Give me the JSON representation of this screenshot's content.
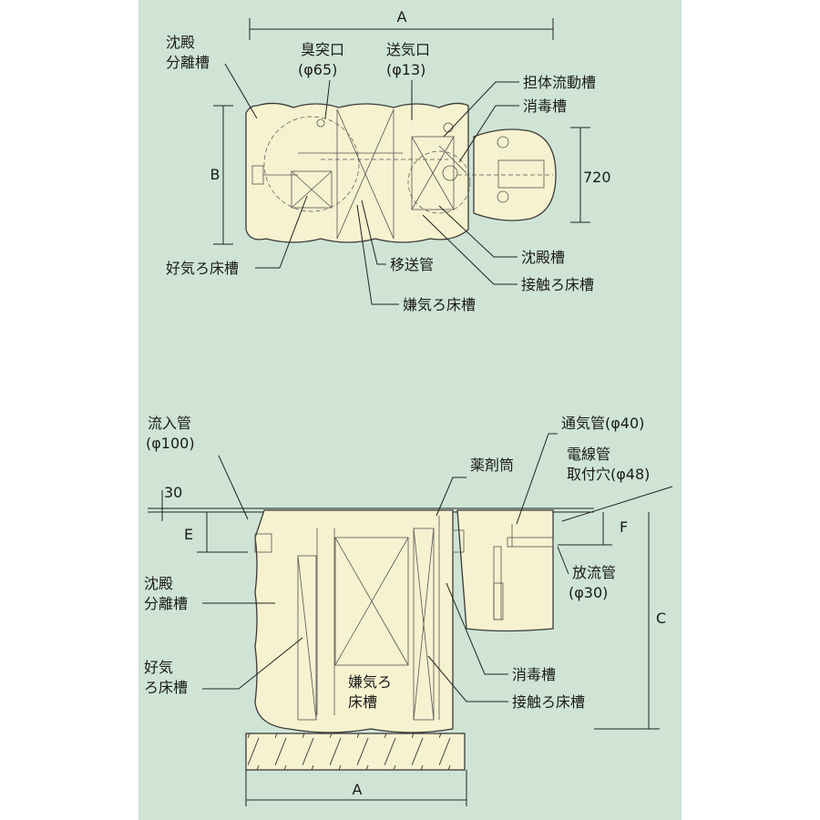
{
  "colors": {
    "background": "#cfe4d5",
    "tank_fill": "#f6f1cf",
    "outline": "#3a3a3a"
  },
  "plan_view": {
    "labels": {
      "sedimentation_separation_tank": [
        "沈殿",
        "分離槽"
      ],
      "odor_outlet": [
        "臭突口",
        "(φ65)"
      ],
      "air_inlet": [
        "送気口",
        "(φ13)"
      ],
      "carrier_fluidized_tank": "担体流動槽",
      "disinfection_tank": "消毒槽",
      "aerobic_filter_tank": "好気ろ床槽",
      "transfer_pipe": "移送管",
      "anaerobic_filter_tank": "嫌気ろ床槽",
      "sedimentation_tank": "沈殿槽",
      "contact_filter_tank": "接触ろ床槽"
    },
    "dimensions": {
      "length": "A",
      "width": "B",
      "disinfection_width": "720"
    }
  },
  "section_view": {
    "labels": {
      "inflow_pipe": [
        "流入管",
        "(φ100)"
      ],
      "vent_pipe": "通気管(φ40)",
      "conduit_hole": [
        "電線管",
        "取付穴(φ48)"
      ],
      "chemical_cylinder": "薬剤筒",
      "sedimentation_separation_tank": [
        "沈殿",
        "分離槽"
      ],
      "aerobic_filter_tank": [
        "好気",
        "ろ床槽"
      ],
      "anaerobic_filter_tank": [
        "嫌気ろ",
        "床槽"
      ],
      "discharge_pipe": [
        "放流管",
        "(φ30)"
      ],
      "disinfection_tank": "消毒槽",
      "contact_filter_tank": "接触ろ床槽"
    },
    "dimensions": {
      "top": "30",
      "inflow_depth": "E",
      "outflow_depth": "F",
      "height": "C",
      "length": "A"
    }
  }
}
